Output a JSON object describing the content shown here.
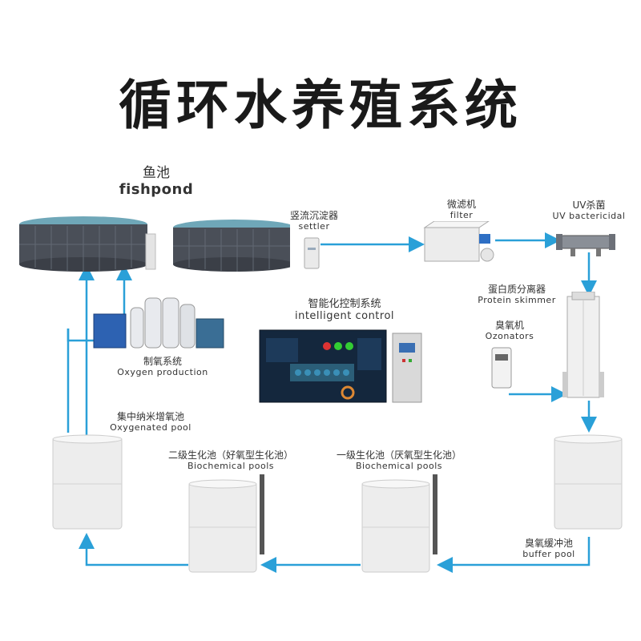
{
  "title": "循环水养殖系统",
  "nodes": {
    "fishpond": {
      "zh": "鱼池",
      "en": "fishpond"
    },
    "settler": {
      "zh": "竖流沉淀器",
      "en": "settler"
    },
    "filter": {
      "zh": "微滤机",
      "en": "filter"
    },
    "uv": {
      "zh": "UV杀菌",
      "en": "UV bactericidal"
    },
    "protein_skimmer": {
      "zh": "蛋白质分离器",
      "en": "Protein skimmer"
    },
    "ozonators": {
      "zh": "臭氧机",
      "en": "Ozonators"
    },
    "intelligent_control": {
      "zh": "智能化控制系统",
      "en": "intelligent control"
    },
    "oxygen_production": {
      "zh": "制氧系统",
      "en": "Oxygen production"
    },
    "oxygenated_pool": {
      "zh": "集中纳米增氧池",
      "en": "Oxygenated pool"
    },
    "biochemical_2": {
      "zh": "二级生化池（好氧型生化池）",
      "en": "Biochemical pools"
    },
    "biochemical_1": {
      "zh": "一级生化池（厌氧型生化池）",
      "en": "Biochemical pools"
    },
    "buffer_pool": {
      "zh": "臭氧缓冲池",
      "en": "buffer pool"
    }
  },
  "colors": {
    "pipe": "#2aa0d8",
    "tank": "#eeeeee",
    "pond": "#4a4f58"
  }
}
